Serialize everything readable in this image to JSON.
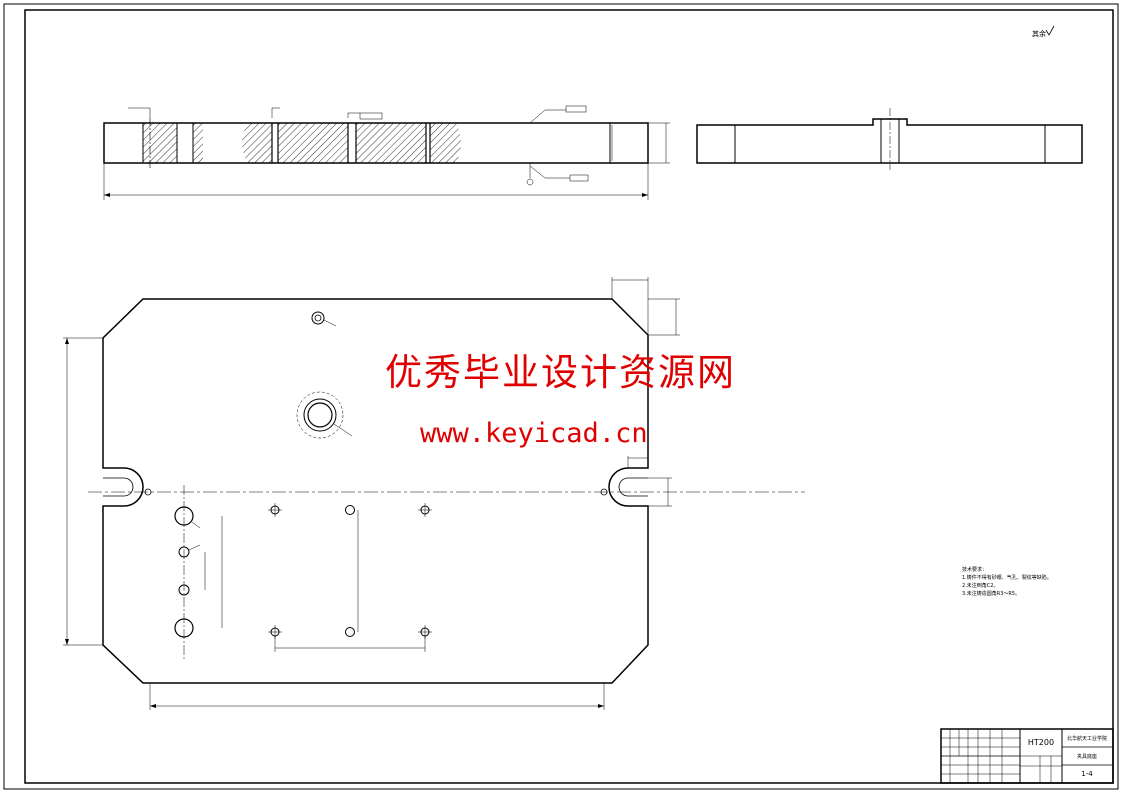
{
  "roughness_symbol": "其余",
  "material": "HT200",
  "school": "北华航天工业学院",
  "part_name": "夹具底座",
  "drawing_no": "1-4",
  "tech_requirements": [
    "技术要求：",
    "1.铸件不得有砂眼、气孔、裂纹等缺陷。",
    "2.未注倒角C2。",
    "3.未注铸造圆角R3～R5。"
  ],
  "watermark": {
    "line1": "优秀毕业设计资源网",
    "line2": "www.keyicad.cn"
  }
}
